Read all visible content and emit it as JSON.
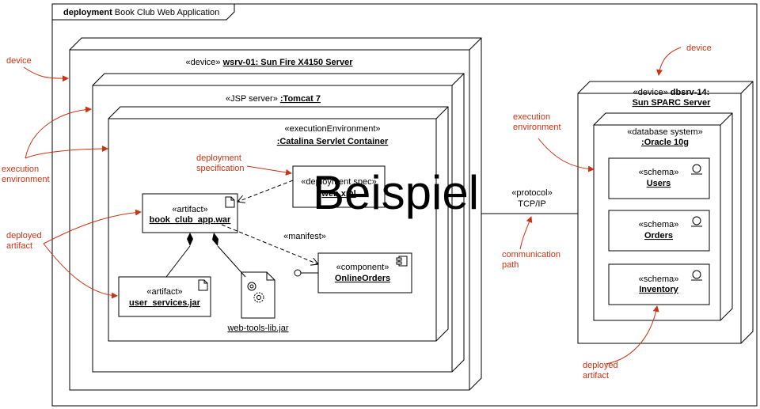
{
  "frame": {
    "keyword": "deployment",
    "name": "Book Club Web Application"
  },
  "device_server": {
    "stereotype": "«device»",
    "name": "wsrv-01: Sun Fire X4150 Server"
  },
  "jsp_server": {
    "stereotype": "«JSP server»",
    "name": ":Tomcat 7"
  },
  "exec_env": {
    "stereotype": "«executionEnvironment»",
    "name": ":Catalina Servlet Container"
  },
  "deployment_spec": {
    "line1": "«deployment spec»",
    "name": "web.xml"
  },
  "artifact_war": {
    "stereotype": "«artifact»",
    "name": "book_club_app.war"
  },
  "artifact_jar": {
    "stereotype": "«artifact»",
    "name": "user_services.jar"
  },
  "lib": {
    "name": "web-tools-lib.jar"
  },
  "manifest_label": "«manifest»",
  "component": {
    "stereotype": "«component»",
    "name": "OnlineOrders"
  },
  "db_device": {
    "stereotype": "«device»",
    "name_line1": "dbsrv-14:",
    "name_line2": "Sun SPARC Server"
  },
  "db_system": {
    "stereotype": "«database system»",
    "name": ":Oracle 10g"
  },
  "schemas": [
    {
      "stereotype": "«schema»",
      "name": "Users"
    },
    {
      "stereotype": "«schema»",
      "name": "Orders"
    },
    {
      "stereotype": "«schema»",
      "name": "Inventory"
    }
  ],
  "protocol": {
    "stereotype": "«protocol»",
    "name": "TCP/IP"
  },
  "annotations": {
    "device_left": "device",
    "exec_env_left_line1": "execution",
    "exec_env_left_line2": "environment",
    "deployed_artifact_left_line1": "deployed",
    "deployed_artifact_left_line2": "artifact",
    "deployment_spec_line1": "deployment",
    "deployment_spec_line2": "specification",
    "device_right": "device",
    "exec_env_right_line1": "execution",
    "exec_env_right_line2": "environment",
    "comm_path_line1": "communication",
    "comm_path_line2": "path",
    "deployed_artifact_right_line1": "deployed",
    "deployed_artifact_right_line2": "artifact"
  },
  "watermark": "Beispiel",
  "colors": {
    "annotation": "#cc3311",
    "line": "#000000",
    "background": "#ffffff"
  }
}
